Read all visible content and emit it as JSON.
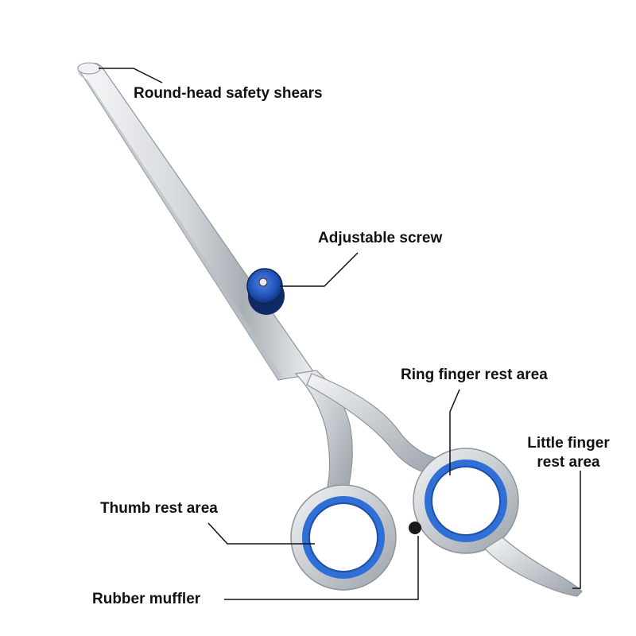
{
  "labels": {
    "round_head": "Round-head safety shears",
    "screw": "Adjustable screw",
    "ring_finger": "Ring finger rest area",
    "little_finger_line1": "Little finger",
    "little_finger_line2": "rest area",
    "thumb": "Thumb rest area",
    "rubber": "Rubber muffler"
  },
  "colors": {
    "steel": "#d9dde1",
    "steel_dark": "#8e959c",
    "insert_blue": "#2f6fd6",
    "leader_line": "#111111"
  }
}
